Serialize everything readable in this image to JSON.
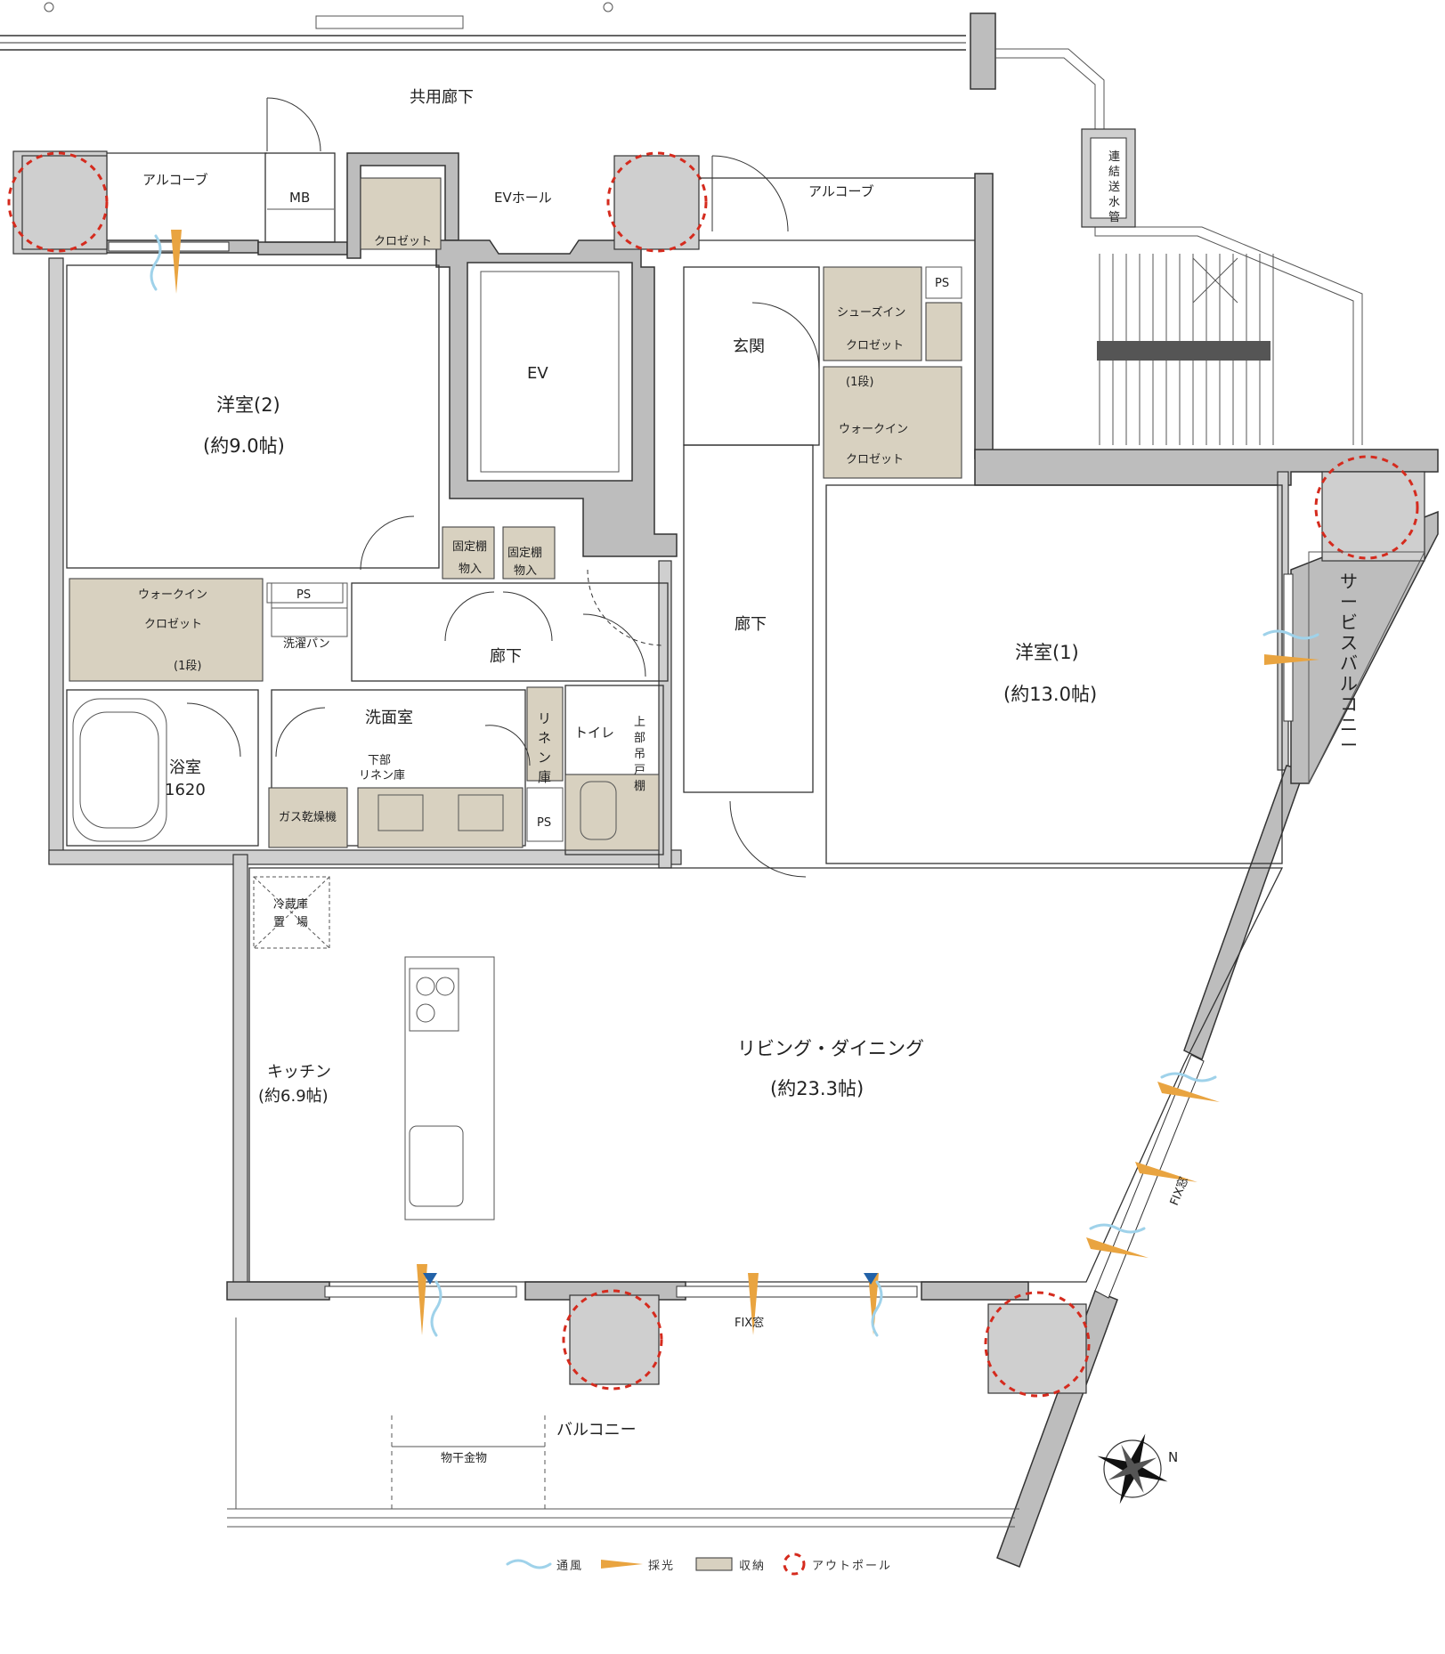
{
  "labels": {
    "common_corridor": "共用廊下",
    "alcove_left": "アルコーブ",
    "mb": "MB",
    "closet_top": "クロゼット",
    "ev_hall": "EVホール",
    "alcove_right": "アルコーブ",
    "renketsu": "連結送水管",
    "ps_top": "PS",
    "shoes_1": "シューズイン",
    "shoes_2": "クロゼット",
    "entrance": "玄関",
    "ev": "EV",
    "ichidan_top": "(1段)",
    "wic_right_1": "ウォークイン",
    "wic_right_2": "クロゼット",
    "room2_name": "洋室(2)",
    "room2_size": "(約9.0帖)",
    "fixed_shelf_1": "固定棚",
    "storage_1": "物入",
    "fixed_shelf_2": "固定棚",
    "storage_2": "物入",
    "wic_left_1": "ウォークイン",
    "wic_left_2": "クロゼット",
    "ichidan_left": "(1段)",
    "ps_left": "PS",
    "washer_pan": "洗濯パン",
    "corridor_mid": "廊下",
    "corridor_right": "廊下",
    "room1_name": "洋室(1)",
    "room1_size": "(約13.0帖)",
    "service_balcony": "サービスバルコニー",
    "washroom": "洗面室",
    "linen": "リネン庫",
    "toilet": "トイレ",
    "upper_cabinet": "上部吊戸棚",
    "lower_linen_1": "下部",
    "lower_linen_2": "リネン庫",
    "bathroom": "浴室",
    "bath_size": "1620",
    "gas_dryer": "ガス乾燥機",
    "ps_bottom": "PS",
    "fridge_1": "冷蔵庫",
    "fridge_2": "置　場",
    "kitchen_name": "キッチン",
    "kitchen_size": "(約6.9帖)",
    "living_name": "リビング・ダイニング",
    "living_size": "(約23.3帖)",
    "fix_window_diag": "FIX窓",
    "fix_window_bottom": "FIX窓",
    "balcony": "バルコニー",
    "clothes_rack": "物干金物",
    "compass_n": "N"
  },
  "legend": {
    "items": [
      {
        "label": "通風",
        "icon": "wind-icon"
      },
      {
        "label": "採光",
        "icon": "light-icon"
      },
      {
        "label": "収納",
        "icon": "storage-icon"
      },
      {
        "label": "アウトポール",
        "icon": "outpole-icon"
      }
    ]
  },
  "colors": {
    "wall": "#bdbdbd",
    "storage": "#d8d1c0",
    "outpole": "#d52b1e",
    "light": "#e9a440",
    "wind": "#9fd2ea"
  }
}
